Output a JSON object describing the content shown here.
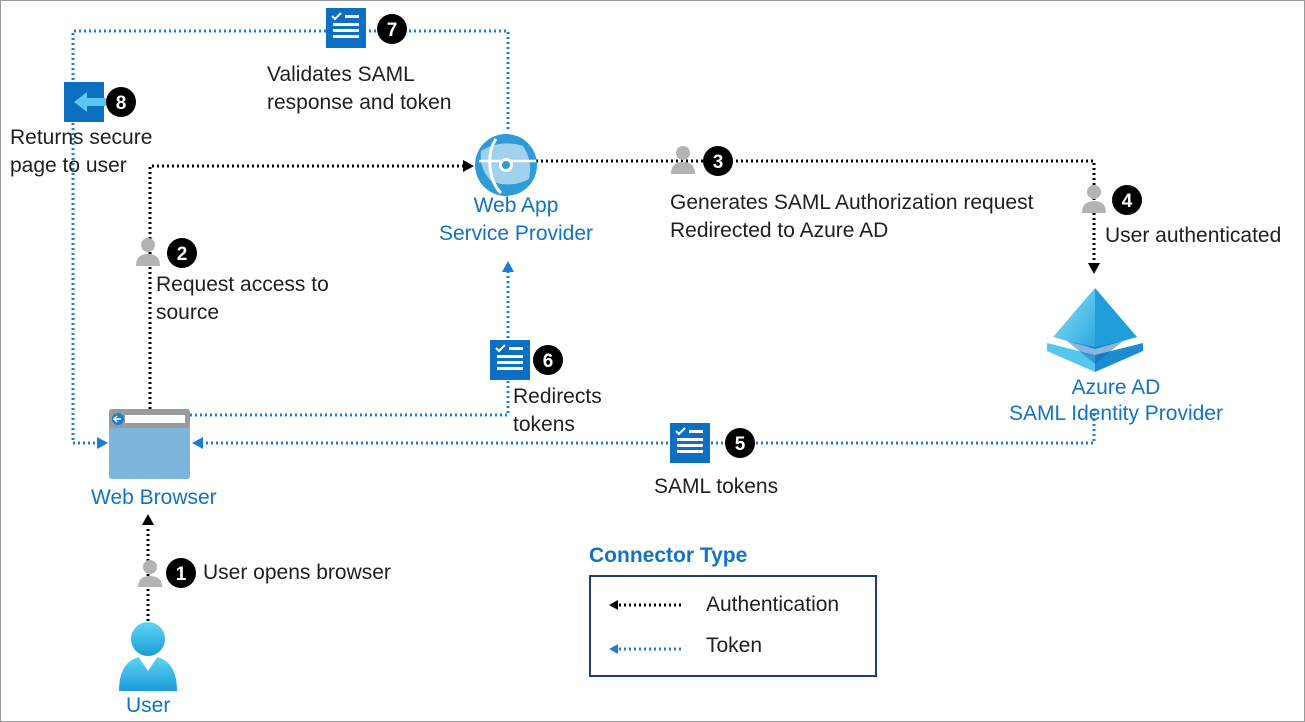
{
  "nodes": {
    "web_app": {
      "line1": "Web App",
      "line2": "Service Provider"
    },
    "azure_ad": {
      "line1": "Azure AD",
      "line2": "SAML Identity Provider"
    },
    "web_browser": {
      "label": "Web Browser"
    },
    "user": {
      "label": "User"
    }
  },
  "steps": [
    {
      "num": "1",
      "text": [
        "User opens browser"
      ]
    },
    {
      "num": "2",
      "text": [
        "Request access to",
        "source"
      ]
    },
    {
      "num": "3",
      "text": [
        "Generates SAML Authorization request",
        "Redirected to Azure AD"
      ]
    },
    {
      "num": "4",
      "text": [
        "User authenticated"
      ]
    },
    {
      "num": "5",
      "text": [
        "SAML tokens"
      ]
    },
    {
      "num": "6",
      "text": [
        "Redirects",
        "tokens"
      ]
    },
    {
      "num": "7",
      "text": [
        "Validates SAML",
        "response and token"
      ]
    },
    {
      "num": "8",
      "text": [
        "Returns secure",
        "page to user"
      ]
    }
  ],
  "legend": {
    "title": "Connector Type",
    "items": [
      {
        "label": "Authentication",
        "color": "#000000"
      },
      {
        "label": "Token",
        "color": "#1a7fd4"
      }
    ]
  },
  "colors": {
    "auth_line": "#000000",
    "token_line": "#1a7fd4",
    "label_blue": "#1272c4",
    "badge": "#000000",
    "person_gray": "#b3b3b3",
    "token_icon": "#0d6fc2"
  }
}
